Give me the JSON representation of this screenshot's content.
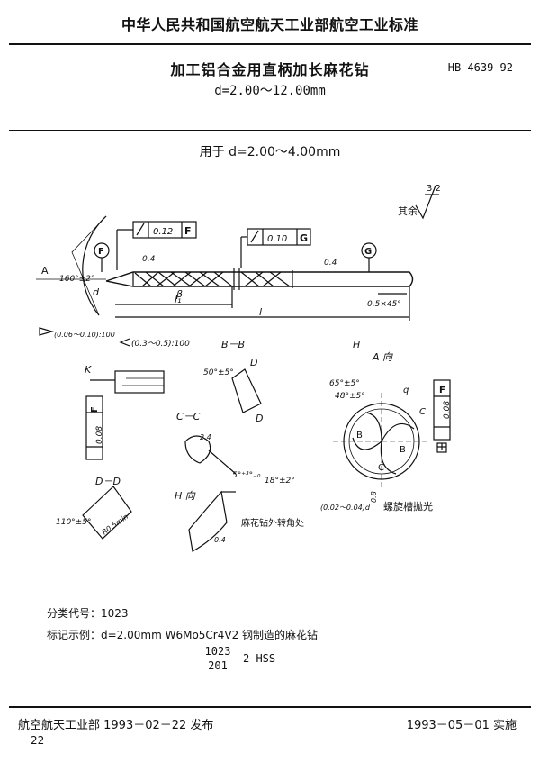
{
  "header": {
    "authority": "中华人民共和国航空航天工业部航空工业标准",
    "title": "加工铝合金用直柄加长麻花钻",
    "standard_code": "HB 4639-92",
    "diameter_range": "d=2.00～12.00mm"
  },
  "drawing": {
    "usage": "用于 d=2.00～4.00mm",
    "roughness_rest": "其余",
    "roughness_value": "3.2",
    "fcf_runout_F": "0.12",
    "fcf_runout_F_datum": "F",
    "fcf_runout_G": "0.10",
    "fcf_runout_G_datum": "G",
    "datum_F": "F",
    "datum_G": "G",
    "datum_A": "A",
    "point_angle": "160°±2°",
    "surface_04_a": "0.4",
    "surface_04_b": "0.4",
    "dim_d": "d",
    "dim_l1": "l₁",
    "dim_l": "l",
    "chamfer": "0.5×45°",
    "beta": "β",
    "back_taper": "(0.06～0.10):100",
    "taper_2": "(0.3～0.5):100",
    "label_K": "K",
    "fcf_vertical_F": "F",
    "fcf_vertical_value": "0.08",
    "section_BB": "B－B",
    "angle_bb": "50°±5°",
    "label_D1": "D",
    "label_D2": "D",
    "section_CC": "C－C",
    "val_24": "2.4",
    "angle_cc": "5°⁺³°₋₀",
    "view_H": "H",
    "view_A": "A 向",
    "angle_65": "65°±5°",
    "angle_48": "48°±5°",
    "label_q": "q",
    "label_C": "C",
    "label_B1": "B",
    "label_B2": "B",
    "label_C2": "C",
    "fcf_A_value": "0.08",
    "fcf_A_datum": "F",
    "dim_002": "(0.02～0.04)d",
    "val_08": "0.8",
    "spiral_note": "螺旋槽抛光",
    "section_DD": "D－D",
    "angle_dd": "110°±5°",
    "r_dd": "R0.5min",
    "view_H2": "H 向",
    "angle_18": "18°±2°",
    "val_04": "0.4",
    "edge_note": "麻花钻外转角处"
  },
  "info": {
    "class_code": "分类代号：1023",
    "marking": "标记示例：d=2.00mm   W6Mo5Cr4V2 钢制造的麻花钻",
    "frac_num": "1023",
    "frac_den": "201",
    "frac_rest": "2   HSS"
  },
  "footer": {
    "issued": "航空航天工业部 1993－02－22 发布",
    "implemented": "1993－05－01 实施",
    "page": "22"
  }
}
